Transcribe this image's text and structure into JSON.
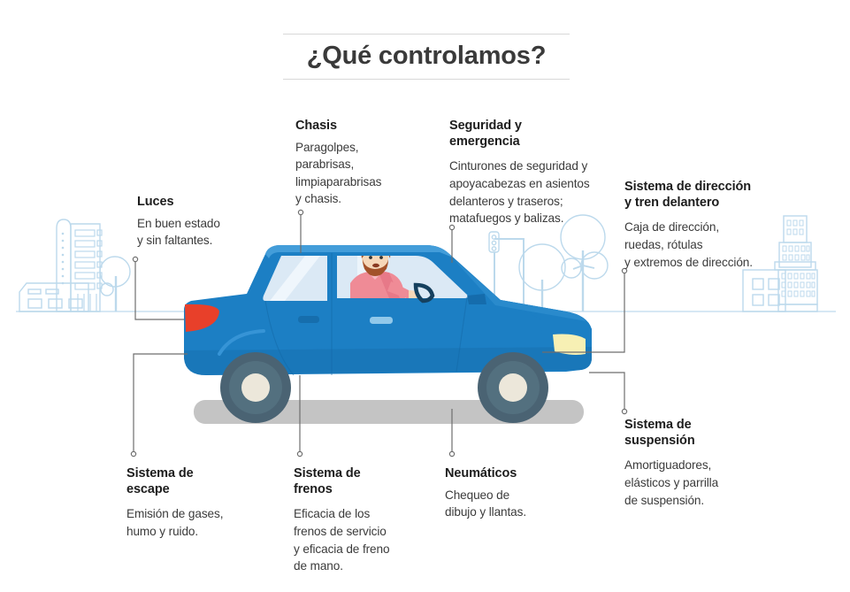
{
  "page": {
    "title": "¿Qué controlamos?",
    "language": "es"
  },
  "colors": {
    "car_body": "#1c7fc4",
    "car_body_dark": "#1468a6",
    "car_body_light": "#3694d6",
    "taillight_red": "#e8402a",
    "headlight_yellow": "#f7f0b4",
    "window_glass": "#dbe9f5",
    "wheel_tire": "#4a6373",
    "wheel_hub": "#ece7da",
    "road_shadow": "#c4c4c4",
    "cityscape_outline": "#bcd9ec",
    "connector_line": "#6e6e6e",
    "title_text": "#3a3a3a",
    "heading_text": "#1d1d1d",
    "body_text": "#3b3b3b",
    "rule": "#d8d8d8",
    "driver_hair": "#a3522a",
    "driver_shirt": "#ef8b96",
    "driver_skin": "#f6d7b8"
  },
  "callouts": [
    {
      "id": "luces",
      "title": "Luces",
      "body": "En buen estado\ny sin faltantes."
    },
    {
      "id": "chasis",
      "title": "Chasis",
      "body": "Paragolpes,\nparabrisas,\nlimpiaparabrisas\ny chasis."
    },
    {
      "id": "seguridad",
      "title": "Seguridad y\nemergencia",
      "body": "Cinturones de seguridad y\napoyacabezas en asientos\ndelanteros y traseros;\nmatafuegos y balizas."
    },
    {
      "id": "direccion",
      "title": "Sistema de dirección\ny tren delantero",
      "body": "Caja de dirección,\nruedas, rótulas\ny extremos de dirección."
    },
    {
      "id": "suspension",
      "title": "Sistema de\nsuspensión",
      "body": "Amortiguadores,\nelásticos y parrilla\nde suspensión."
    },
    {
      "id": "escape",
      "title": "Sistema de\nescape",
      "body": "Emisión de gases,\nhumo y ruido."
    },
    {
      "id": "frenos",
      "title": "Sistema de\nfrenos",
      "body": "Eficacia de los\nfrenos de servicio\ny eficacia de freno\nde mano."
    },
    {
      "id": "neumaticos",
      "title": "Neumáticos",
      "body": "Chequeo de\ndibujo y llantas."
    }
  ],
  "illustration": {
    "scene_name": "blue-hatchback-car-side-view",
    "driver_present": true,
    "background_elements": [
      "low-building-left",
      "tall-apartment-building-left",
      "round-tree-left",
      "traffic-light",
      "round-tree-center",
      "double-round-tree-center",
      "low-building-right",
      "tiered-skyscraper-right",
      "horizon-line"
    ]
  }
}
